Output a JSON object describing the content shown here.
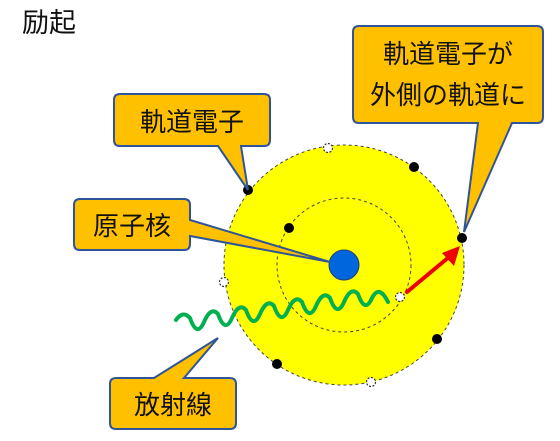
{
  "title": "励起",
  "labels": {
    "orbital_electron": "軌道電子",
    "nucleus": "原子核",
    "radiation": "放射線",
    "excited_line1": "軌道電子が",
    "excited_line2": "外側の軌道に"
  },
  "colors": {
    "atom_fill": "#ffff00",
    "nucleus": "#0066dd",
    "electron": "#000000",
    "vacancy_fill": "#ffffff",
    "callout_fill": "#ffc000",
    "callout_border": "#2f5597",
    "radiation_wave": "#00b050",
    "excitation_arrow": "#ee0000"
  },
  "icons": {
    "nucleus": "nucleus-icon",
    "electron": "electron-icon",
    "vacancy": "vacancy-icon",
    "radiation": "radiation-wave-icon",
    "arrow": "excitation-arrow-icon"
  }
}
